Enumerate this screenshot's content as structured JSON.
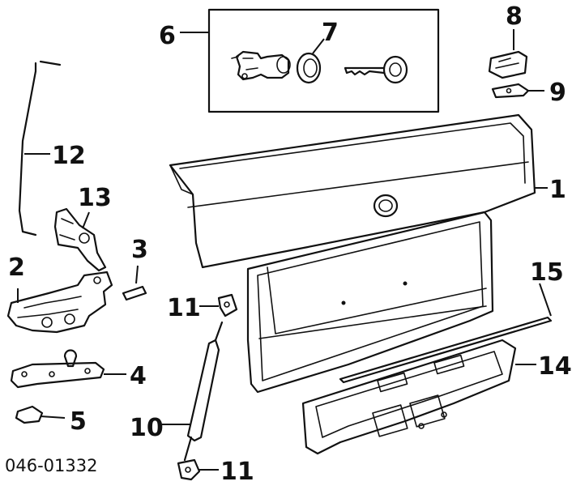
{
  "callouts": {
    "c1": "1",
    "c2": "2",
    "c3": "3",
    "c4": "4",
    "c5": "5",
    "c6": "6",
    "c7": "7",
    "c8": "8",
    "c9": "9",
    "c10": "10",
    "c11_top": "11",
    "c11_bottom": "11",
    "c12": "12",
    "c13": "13",
    "c14": "14",
    "c15": "15"
  },
  "reference_number": "046-01332"
}
